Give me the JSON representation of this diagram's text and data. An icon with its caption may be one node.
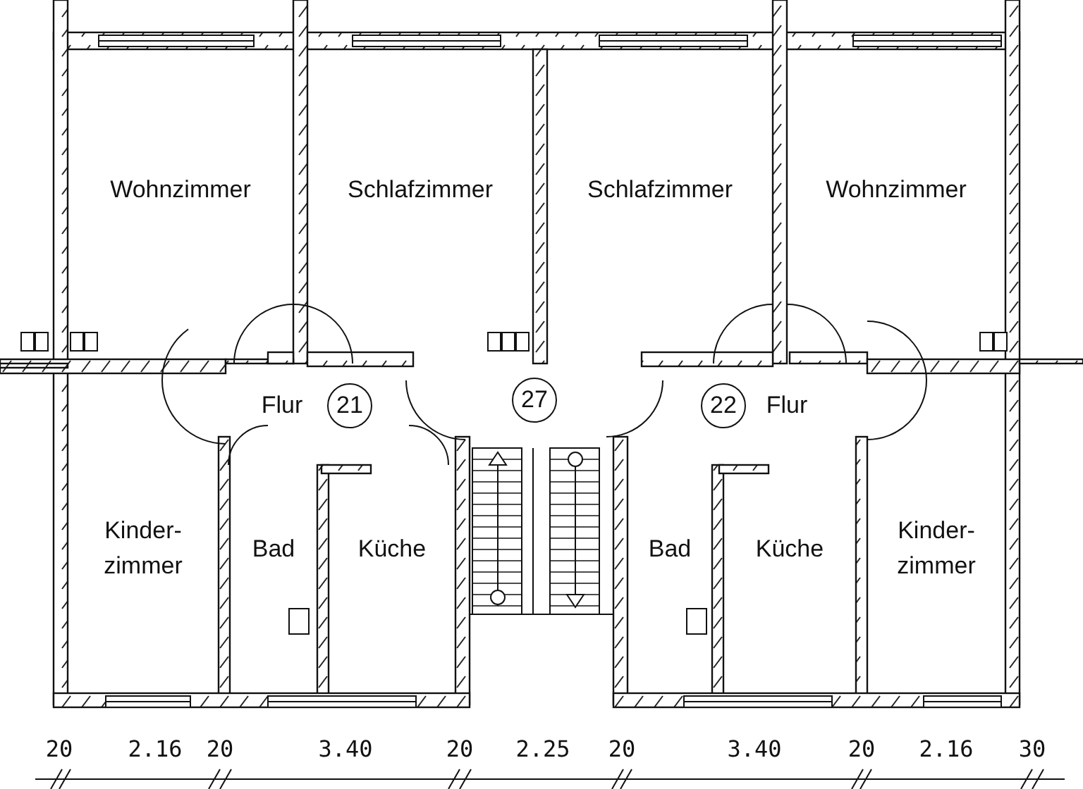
{
  "diagram": {
    "nodes": [
      {
        "text": [
          "Wohnzimmer"
        ]
      },
      {
        "text": [
          "Schlafzimmer"
        ]
      },
      {
        "text": [
          "Schlafzimmer"
        ]
      },
      {
        "text": [
          "Wohnzimmer"
        ]
      },
      {
        "text": [
          "Flur"
        ]
      },
      {
        "text": [
          "21"
        ]
      },
      {
        "text": [
          "27"
        ]
      },
      {
        "text": [
          "22"
        ]
      },
      {
        "text": [
          "Flur"
        ]
      },
      {
        "text": [
          "Kinder- zimmer"
        ]
      },
      {
        "text": [
          "Bad"
        ]
      },
      {
        "text": [
          "Küche"
        ]
      },
      {
        "text": [
          "Bad"
        ]
      },
      {
        "text": [
          "Küche"
        ]
      },
      {
        "text": [
          "Kinder- zimmer"
        ]
      }
    ],
    "labels": [
      "20",
      "2.16",
      "20",
      "3.40",
      "20",
      "2.25",
      "20",
      "3.40",
      "20",
      "2.16",
      "30"
    ]
  }
}
